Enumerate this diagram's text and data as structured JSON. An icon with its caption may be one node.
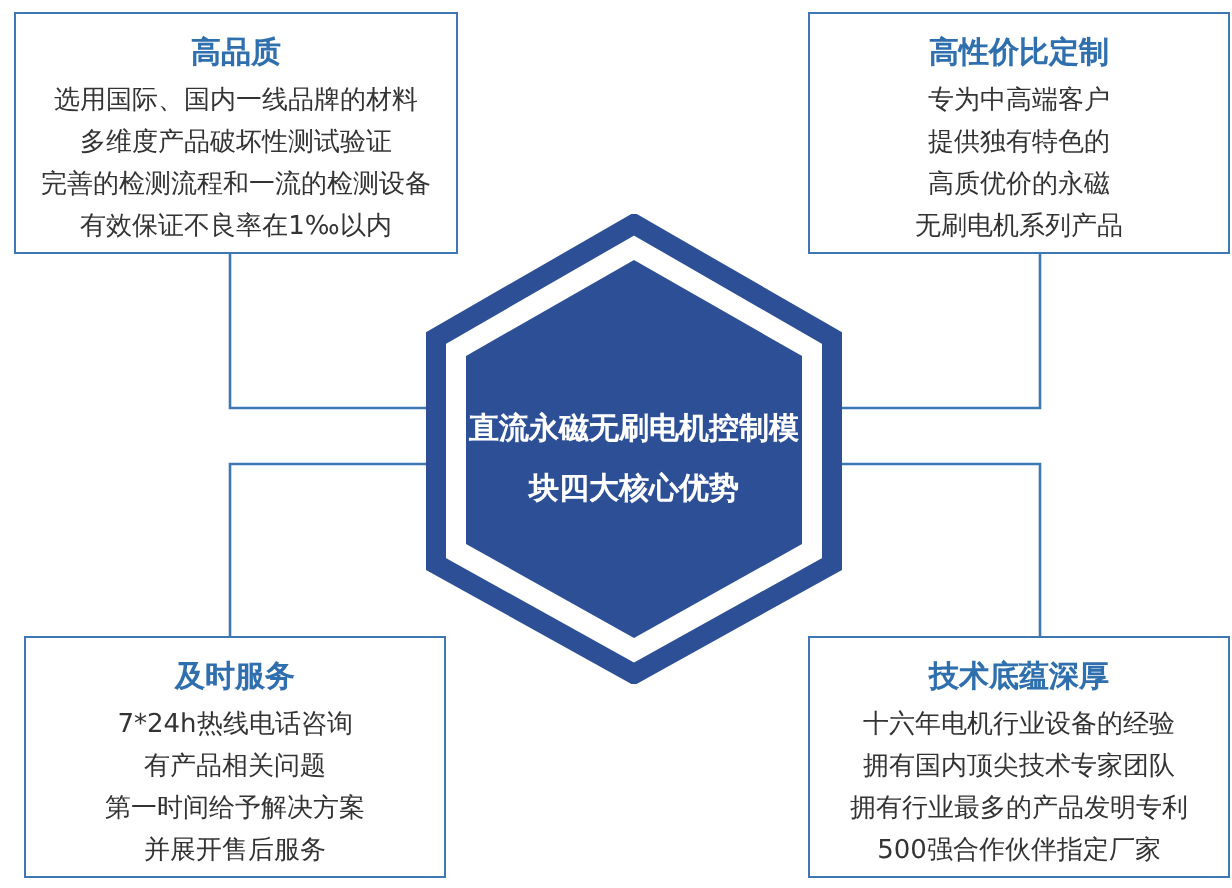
{
  "diagram": {
    "nodes": [
      {
        "text": [
          "高品质",
          "选用国际、国内一线品牌的材料",
          "多维度产品破坏性测试验证",
          "完善的检测流程和一流的检测设备",
          "有效保证不良率在1‰以内"
        ]
      },
      {
        "text": [
          "高性价比定制",
          "专为中高端客户",
          "提供独有特色的",
          "高质优价的永磁",
          "无刷电机系列产品"
        ]
      },
      {
        "text": [
          "直流永磁无刷电机控制模块四大核心优势"
        ]
      },
      {
        "text": [
          "及时服务",
          "7*24h热线电话咨询",
          "有产品相关问题",
          "第一时间给予解决方案",
          "并展开售后服务"
        ]
      },
      {
        "text": [
          "技术底蕴深厚",
          "十六年电机行业设备的经验",
          "拥有国内顶尖技术专家团队",
          "拥有行业最多的产品发明专利",
          "500强合作伙伴指定厂家"
        ]
      }
    ],
    "edges": [
      {
        "from": 2,
        "to": 0,
        "arrow": "none"
      },
      {
        "from": 2,
        "to": 1,
        "arrow": "none"
      },
      {
        "from": 2,
        "to": 3,
        "arrow": "none"
      },
      {
        "from": 2,
        "to": 4,
        "arrow": "none"
      }
    ]
  }
}
